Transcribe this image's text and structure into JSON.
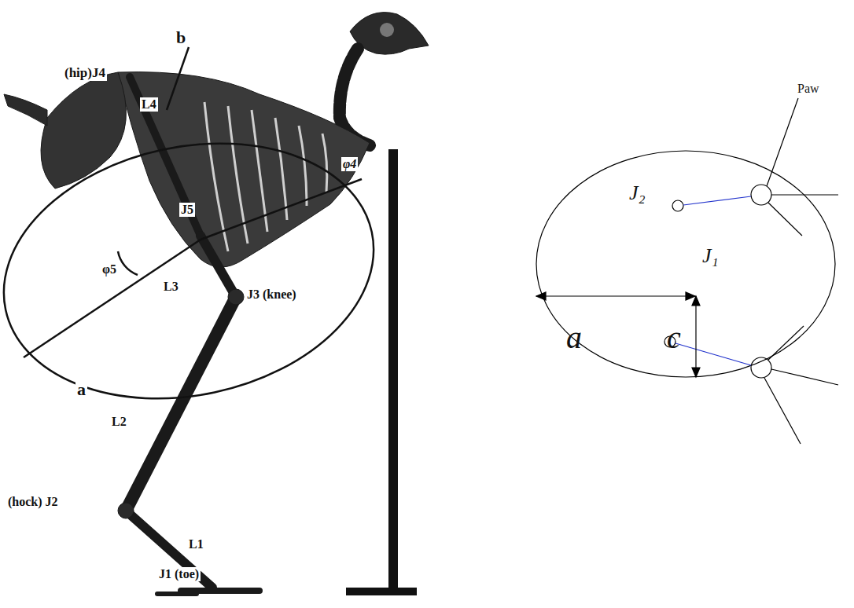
{
  "diagram": {
    "labels": [
      "b",
      "(hip)J4",
      "L4",
      "J5",
      "φ5",
      "φ4",
      "L3",
      "J3 (knee)",
      "a",
      "L2",
      "(hock) J2",
      "L1",
      "J1 (toe)",
      "Paw",
      "J₂",
      "J₁",
      "a",
      "c"
    ]
  }
}
